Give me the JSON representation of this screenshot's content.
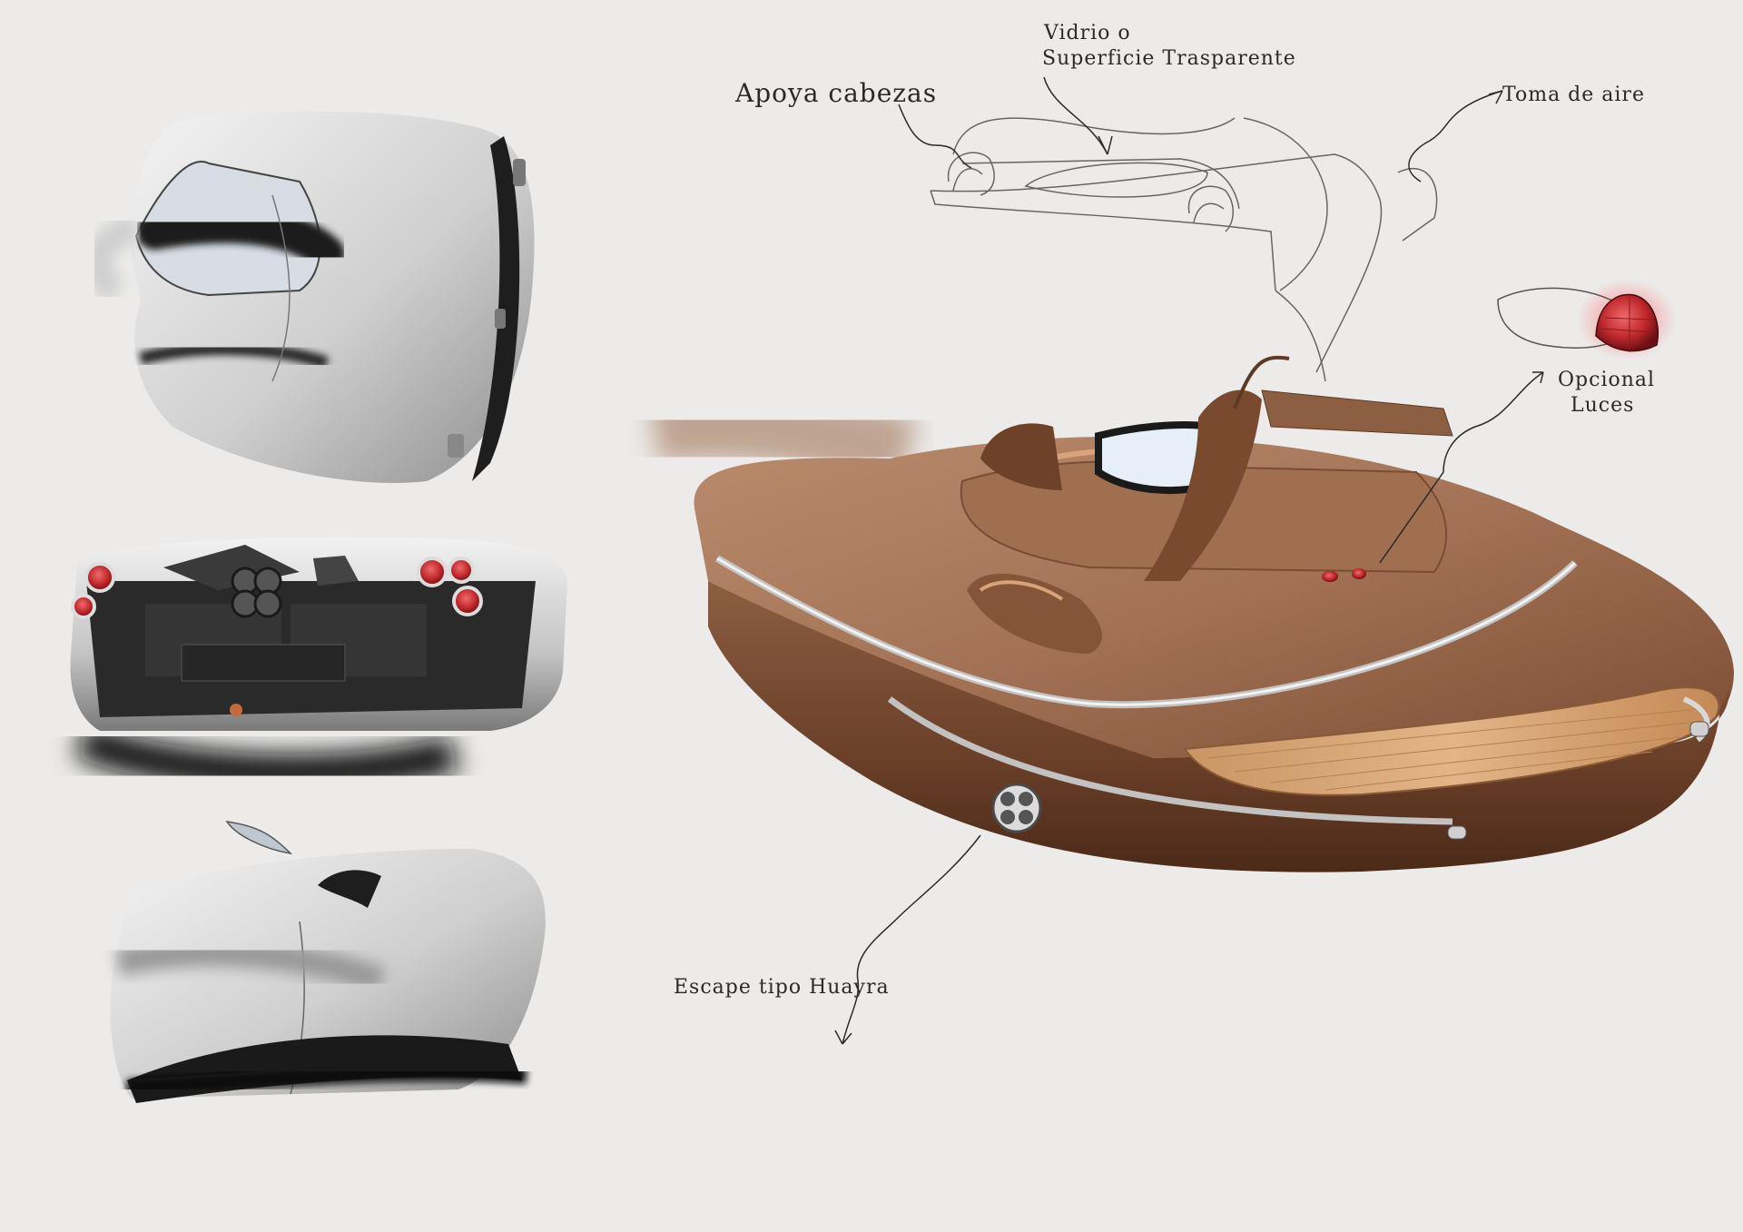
{
  "labels": {
    "headrest": "Apoya cabezas",
    "glass_line1": "Vidrio o",
    "glass_line2": "Superficie Trasparente",
    "air_intake": "Toma de aire",
    "optional_line1": "Opcional",
    "optional_line2": "Luces",
    "exhaust": "Escape tipo Huayra"
  },
  "colors": {
    "paper": "#ecebea",
    "bronze": "#9a6a4a",
    "bronze_dark": "#5e3a25",
    "wood": "#d8a676",
    "silver": "#c9c9c9",
    "carbon": "#2a2a2a",
    "tail_red": "#c0282d"
  }
}
